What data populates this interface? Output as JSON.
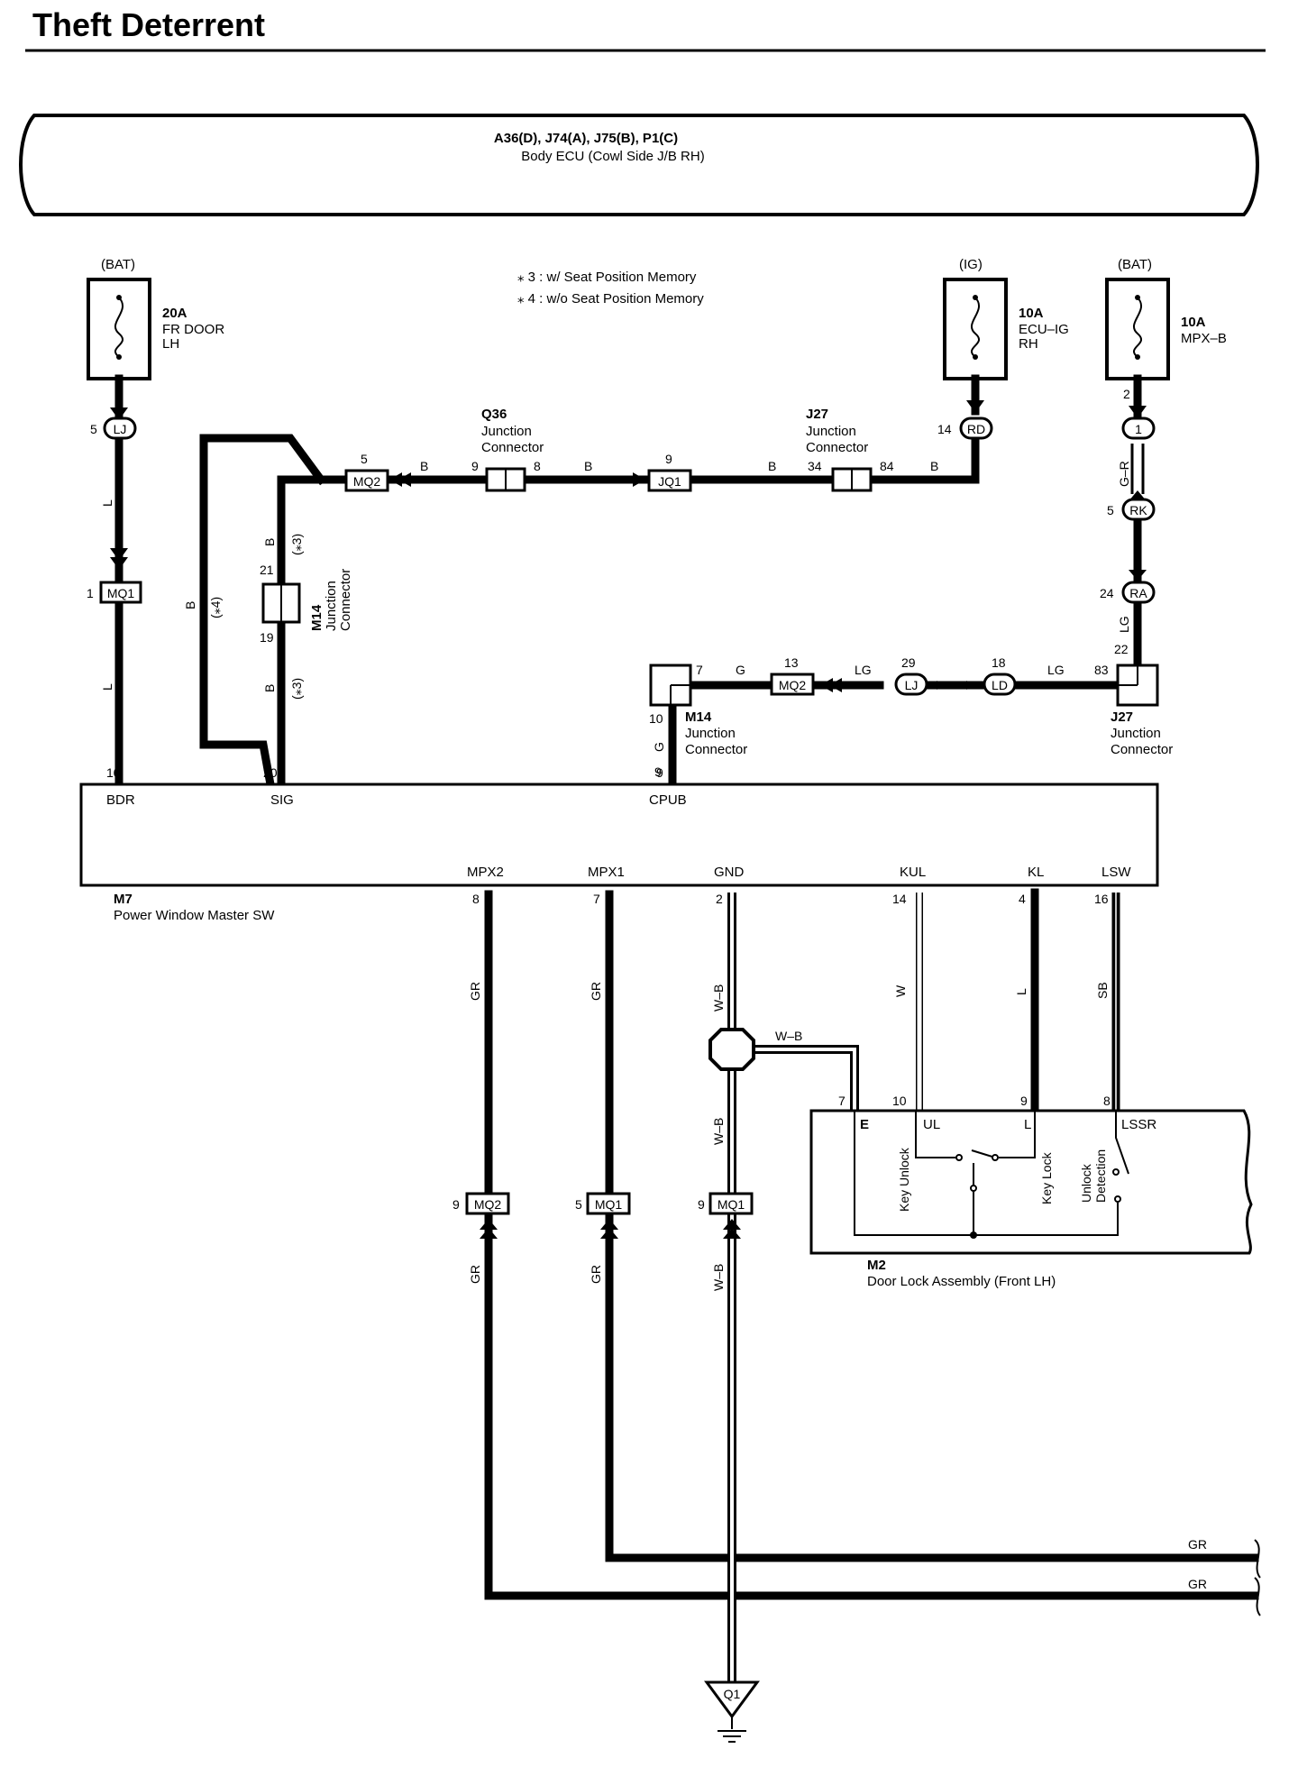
{
  "page": {
    "title": "Theft Deterrent"
  },
  "ecu": {
    "connectors": "A36(D), J74(A), J75(B), P1(C)",
    "name": "Body ECU (Cowl Side J/B RH)"
  },
  "notes": {
    "n3": "⁎ 3 : w/ Seat Position Memory",
    "n4": "⁎ 4 : w/o Seat Position Memory"
  },
  "fuses": {
    "fr_door": {
      "source": "(BAT)",
      "amp": "20A",
      "name1": "FR DOOR",
      "name2": "LH"
    },
    "ecu_ig": {
      "source": "(IG)",
      "amp": "10A",
      "name1": "ECU–IG",
      "name2": "RH"
    },
    "mpx_b": {
      "source": "(BAT)",
      "amp": "10A",
      "name1": "MPX–B"
    }
  },
  "connectors": {
    "lj_left": {
      "label": "LJ",
      "pin": "5"
    },
    "mq1_left": {
      "label": "MQ1",
      "pin": "1"
    },
    "mq2_top": {
      "label": "MQ2",
      "pin": "5"
    },
    "jq1": {
      "label": "JQ1",
      "pin": "9"
    },
    "rd": {
      "label": "RD",
      "pin": "14"
    },
    "c1": {
      "label": "1",
      "pin": "2"
    },
    "rk": {
      "label": "RK",
      "pin": "5"
    },
    "ra": {
      "label": "RA",
      "pin": "24"
    },
    "mq2_mid": {
      "label": "MQ2",
      "pin": "13"
    },
    "lj_mid": {
      "label": "LJ",
      "pin": "29"
    },
    "ld": {
      "label": "LD",
      "pin": "18"
    },
    "mq2_bot": {
      "label": "MQ2",
      "pin": "9"
    },
    "mq1_bot": {
      "label": "MQ1",
      "pin": "5"
    },
    "mq1_gnd": {
      "label": "MQ1",
      "pin": "9"
    },
    "q1": {
      "label": "Q1"
    }
  },
  "junctions": {
    "q36": {
      "id": "Q36",
      "name1": "Junction",
      "name2": "Connector",
      "pin_in": "9",
      "pin_out": "8"
    },
    "j27_top": {
      "id": "J27",
      "name1": "Junction",
      "name2": "Connector",
      "pin_in": "34",
      "pin_out": "84"
    },
    "m14_vert": {
      "id": "M14",
      "name1": "Junction",
      "name2": "Connector",
      "pin_top": "21",
      "pin_bot": "19"
    },
    "m14_low": {
      "id": "M14",
      "name1": "Junction",
      "name2": "Connector",
      "pin_a": "7",
      "pin_b": "10",
      "pin_c": "9"
    },
    "j27_low": {
      "id": "J27",
      "name1": "Junction",
      "name2": "Connector",
      "pin_a": "22",
      "pin_b": "83"
    }
  },
  "wires": {
    "l1": "L",
    "l2": "L",
    "b_loop": "B",
    "star4": "(⁎4)",
    "b3a": "B",
    "star3a": "(⁎3)",
    "b3b": "B",
    "star3b": "(⁎3)",
    "b_a": "B",
    "b_b": "B",
    "b_c": "B",
    "b_d": "B",
    "g_r": "G–R",
    "lg_v": "LG",
    "g_h": "G",
    "lg_a": "LG",
    "lg_b": "LG",
    "g_v": "G",
    "gr1": "GR",
    "gr2": "GR",
    "wb1": "W–B",
    "wb_h": "W–B",
    "w": "W",
    "l3": "L",
    "sb": "SB",
    "gr3": "GR",
    "gr4": "GR",
    "wb2": "W–B",
    "wb3": "W–B",
    "gr_end1": "GR",
    "gr_end2": "GR"
  },
  "m7": {
    "id": "M7",
    "name": "Power Window Master SW",
    "top_pins": [
      {
        "pin": "10",
        "name": "BDR"
      },
      {
        "pin": "20",
        "name": "SIG"
      },
      {
        "pin": "9",
        "name": "CPUB"
      }
    ],
    "bottom_pins": [
      {
        "pin": "8",
        "name": "MPX2"
      },
      {
        "pin": "7",
        "name": "MPX1"
      },
      {
        "pin": "2",
        "name": "GND"
      },
      {
        "pin": "14",
        "name": "KUL"
      },
      {
        "pin": "4",
        "name": "KL"
      },
      {
        "pin": "16",
        "name": "LSW"
      }
    ]
  },
  "m2": {
    "id": "M2",
    "name": "Door Lock Assembly (Front LH)",
    "pins": [
      {
        "pin": "7",
        "name": "E"
      },
      {
        "pin": "10",
        "name": "UL"
      },
      {
        "pin": "9",
        "name": "L"
      },
      {
        "pin": "8",
        "name": "LSSR"
      }
    ],
    "switch_unlock": "Key Unlock",
    "switch_lock": "Key Lock",
    "switch_detect1": "Unlock",
    "switch_detect2": "Detection"
  }
}
